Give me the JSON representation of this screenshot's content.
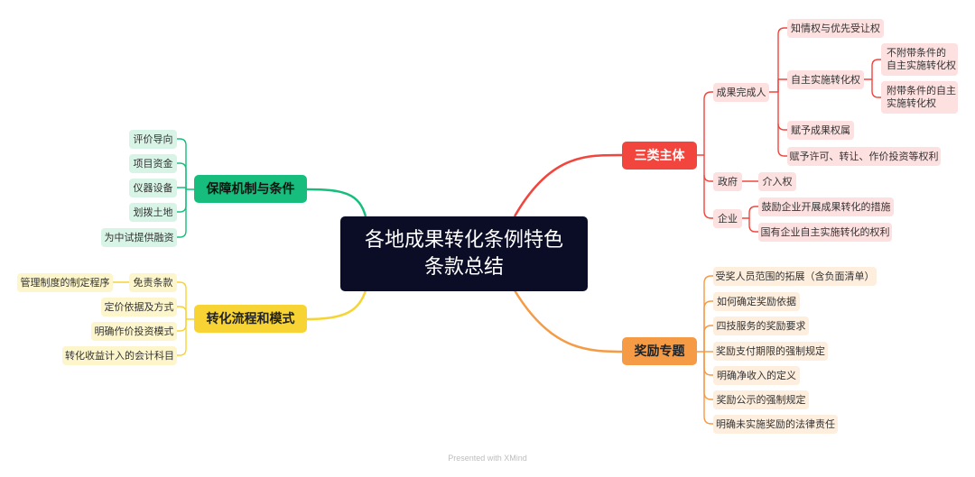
{
  "central": {
    "line1": "各地成果转化条例特色",
    "line2": "条款总结"
  },
  "san_lei": {
    "label": "三类主体",
    "chengguo": {
      "label": "成果完成人",
      "zhiqing": "知情权与优先受让权",
      "zizhu": {
        "label": "自主实施转化权",
        "bufu_l1": "不附带条件的",
        "bufu_l2": "自主实施转化权",
        "fudai_l1": "附带条件的自主",
        "fudai_l2": "实施转化权"
      },
      "fuyu_quanshu": "赋予成果权属",
      "fuyu_xuke": "赋予许可、转让、作价投资等权利"
    },
    "zhengfu": {
      "label": "政府",
      "jieru": "介入权"
    },
    "qiye": {
      "label": "企业",
      "guli": "鼓励企业开展成果转化的措施",
      "guoyou": "国有企业自主实施转化的权利"
    }
  },
  "jiangli": {
    "label": "奖励专题",
    "items": [
      "受奖人员范围的拓展（含负面清单）",
      "如何确定奖励依据",
      "四技服务的奖励要求",
      "奖励支付期限的强制规定",
      "明确净收入的定义",
      "奖励公示的强制规定",
      "明确未实施奖励的法律责任"
    ]
  },
  "baozhang": {
    "label": "保障机制与条件",
    "items": [
      "评价导向",
      "项目资金",
      "仪器设备",
      "划拨土地",
      "为中试提供融资"
    ]
  },
  "zhuanhua": {
    "label": "转化流程和模式",
    "mianze": {
      "label": "免责条款",
      "guanli": "管理制度的制定程序"
    },
    "items": [
      "定价依据及方式",
      "明确作价投资模式",
      "转化收益计入的会计科目"
    ]
  },
  "footer": "Presented with XMind",
  "colors": {
    "red": "#f1453d",
    "orange": "#f59a45",
    "green": "#16bd7d",
    "yellow": "#f7d433",
    "central": "#0b0d26"
  }
}
